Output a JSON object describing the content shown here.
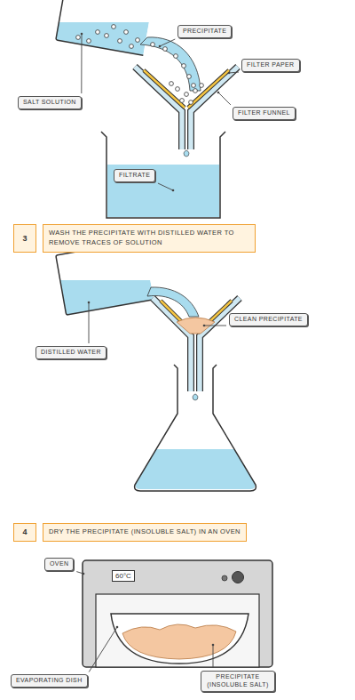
{
  "diagram": {
    "nodes": [
      {
        "text": [
          "PRECIPITATE"
        ]
      },
      {
        "text": [
          "FILTER PAPER"
        ]
      },
      {
        "text": [
          "SALT SOLUTION"
        ]
      },
      {
        "text": [
          "FILTER FUNNEL"
        ]
      },
      {
        "text": [
          "FILTRATE"
        ]
      },
      {
        "text": [
          "3"
        ]
      },
      {
        "text": [
          "WASH THE PRECIPITATE WITH DISTILLED WATER TO REMOVE TRACES OF SOLUTION"
        ]
      },
      {
        "text": [
          "CLEAN PRECIPITATE"
        ]
      },
      {
        "text": [
          "DISTILLED WATER"
        ]
      },
      {
        "text": [
          "4"
        ]
      },
      {
        "text": [
          "DRY THE PRECIPITATE (INSOLUBLE SALT) IN AN OVEN"
        ]
      },
      {
        "text": [
          "OVEN"
        ]
      },
      {
        "text": [
          "60°C"
        ]
      },
      {
        "text": [
          "EVAPORATING DISH"
        ]
      },
      {
        "text": [
          "PRECIPITATE (INSOLUBLE SALT)"
        ]
      }
    ]
  }
}
